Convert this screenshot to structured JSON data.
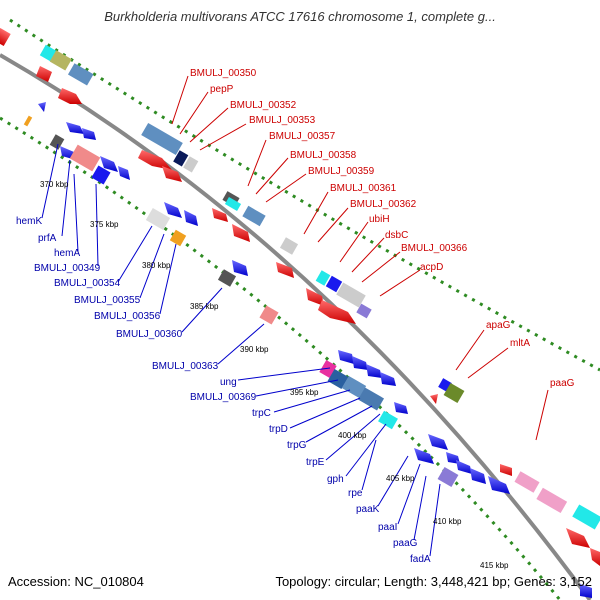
{
  "title": "Burkholderia multivorans ATCC 17616 chromosome 1, complete g...",
  "footer": {
    "accession": "Accession: NC_010804",
    "topology": "Topology: circular; Length: 3,448,421 bp; Genes: 3,152"
  },
  "colors": {
    "red": "#ee0000",
    "blue": "#1a1aee",
    "gray_backbone": "#888888",
    "dotted_track": "#2e8b22",
    "label_red": "#cc0000",
    "label_blue": "#0000aa"
  },
  "kbp_ticks": [
    "370 kbp",
    "375 kbp",
    "380 kbp",
    "385 kbp",
    "390 kbp",
    "395 kbp",
    "400 kbp",
    "405 kbp",
    "410 kbp",
    "415 kbp"
  ],
  "labels_red": [
    "BMULJ_00350",
    "pepP",
    "BMULJ_00352",
    "BMULJ_00353",
    "BMULJ_00357",
    "BMULJ_00358",
    "BMULJ_00359",
    "BMULJ_00361",
    "BMULJ_00362",
    "ubiH",
    "dsbC",
    "BMULJ_00366",
    "acpD",
    "apaG",
    "mltA",
    "paaG"
  ],
  "labels_blue": [
    "hemK",
    "prfA",
    "hemA",
    "BMULJ_00349",
    "BMULJ_00354",
    "BMULJ_00355",
    "BMULJ_00356",
    "BMULJ_00360",
    "BMULJ_00363",
    "ung",
    "BMULJ_00369",
    "trpC",
    "trpD",
    "trpG",
    "trpE",
    "gph",
    "rpe",
    "paaK",
    "paaI",
    "paaG",
    "fadA"
  ]
}
